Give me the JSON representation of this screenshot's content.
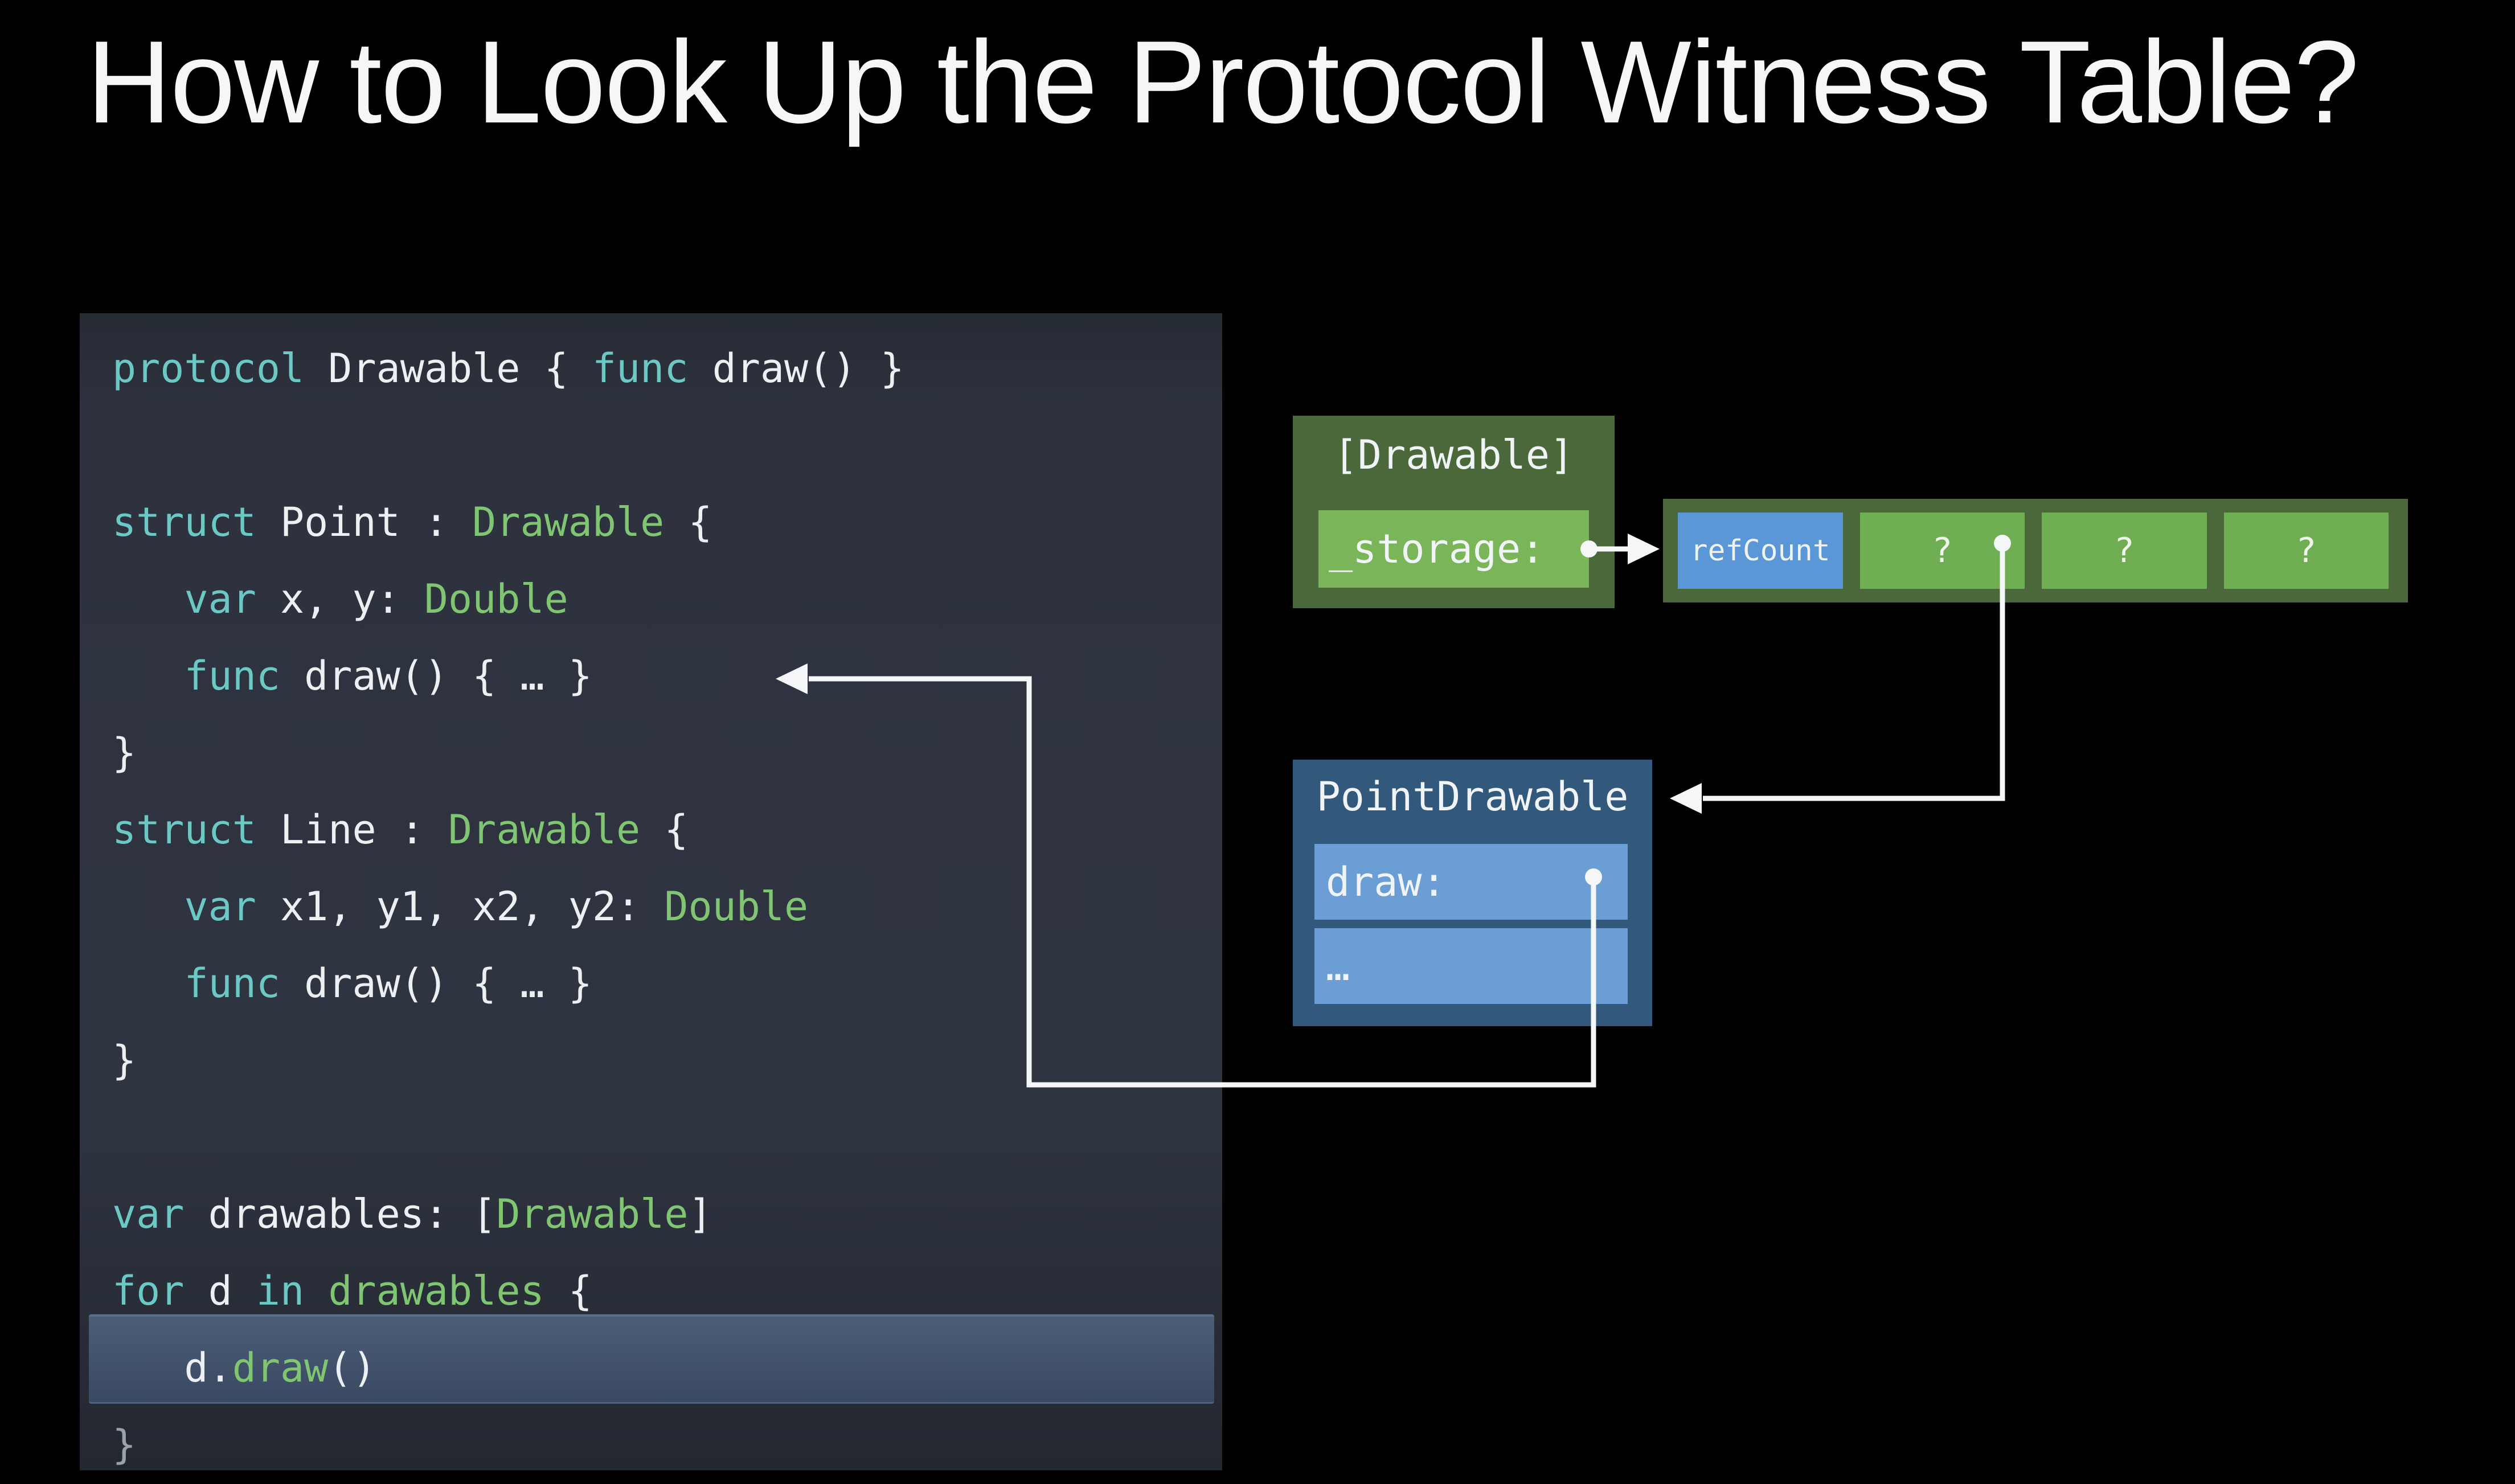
{
  "slide": {
    "title": "How to Look Up the Protocol Witness Table?",
    "background": "#000000"
  },
  "code": {
    "styles": {
      "keyword": "#6cc8c5",
      "type": "#80c571",
      "plain": "#edf0f3",
      "dim": "#9aa1aa",
      "highlight_top": "#4c5d77",
      "highlight_bottom": "#3a4962"
    },
    "lines": [
      {
        "segments": [
          [
            "keyword",
            "protocol"
          ],
          [
            "plain",
            " Drawable { "
          ],
          [
            "keyword",
            "func"
          ],
          [
            "plain",
            " draw() }"
          ]
        ]
      },
      {
        "segments": []
      },
      {
        "segments": [
          [
            "keyword",
            "struct"
          ],
          [
            "plain",
            " Point : "
          ],
          [
            "type",
            "Drawable"
          ],
          [
            "plain",
            " {"
          ]
        ]
      },
      {
        "segments": [
          [
            "plain",
            "   "
          ],
          [
            "keyword",
            "var"
          ],
          [
            "plain",
            " x, y: "
          ],
          [
            "type",
            "Double"
          ]
        ]
      },
      {
        "segments": [
          [
            "plain",
            "   "
          ],
          [
            "keyword",
            "func"
          ],
          [
            "plain",
            " draw() { … }"
          ]
        ]
      },
      {
        "segments": [
          [
            "plain",
            "}"
          ]
        ]
      },
      {
        "segments": [
          [
            "keyword",
            "struct"
          ],
          [
            "plain",
            " Line : "
          ],
          [
            "type",
            "Drawable"
          ],
          [
            "plain",
            " {"
          ]
        ]
      },
      {
        "segments": [
          [
            "plain",
            "   "
          ],
          [
            "keyword",
            "var"
          ],
          [
            "plain",
            " x1, y1, x2, y2: "
          ],
          [
            "type",
            "Double"
          ]
        ]
      },
      {
        "segments": [
          [
            "plain",
            "   "
          ],
          [
            "keyword",
            "func"
          ],
          [
            "plain",
            " draw() { … }"
          ]
        ]
      },
      {
        "segments": [
          [
            "plain",
            "}"
          ]
        ]
      },
      {
        "segments": []
      },
      {
        "segments": [
          [
            "keyword",
            "var"
          ],
          [
            "plain",
            " drawables: ["
          ],
          [
            "type",
            "Drawable"
          ],
          [
            "plain",
            "]"
          ]
        ]
      },
      {
        "segments": [
          [
            "keyword",
            "for"
          ],
          [
            "plain",
            " d "
          ],
          [
            "keyword",
            "in"
          ],
          [
            "plain",
            " "
          ],
          [
            "type",
            "drawables"
          ],
          [
            "plain",
            " {"
          ]
        ]
      },
      {
        "segments": [
          [
            "plain",
            "   d."
          ],
          [
            "type",
            "draw"
          ],
          [
            "plain",
            "()"
          ]
        ],
        "highlighted": true
      },
      {
        "segments": [
          [
            "dim",
            "}"
          ]
        ]
      }
    ]
  },
  "diagram": {
    "existential_container": {
      "title": "[Drawable]",
      "field_label": "_storage:"
    },
    "heap_buffer": {
      "cells": [
        {
          "label": "refCount",
          "variant": "ref"
        },
        {
          "label": "?",
          "variant": "unknown"
        },
        {
          "label": "?",
          "variant": "unknown"
        },
        {
          "label": "?",
          "variant": "unknown"
        }
      ]
    },
    "witness_table": {
      "title": "PointDrawable",
      "rows": [
        {
          "label": "draw:"
        },
        {
          "label": "…"
        }
      ]
    },
    "colors": {
      "green_dark": "#4a683a",
      "green_light": "#7ab559",
      "cell_green": "#6fae52",
      "cell_blue": "#5b96d7",
      "blue_dark": "#32597b",
      "row_blue": "#6b9ed5",
      "connector": "#f4f6f8"
    }
  }
}
